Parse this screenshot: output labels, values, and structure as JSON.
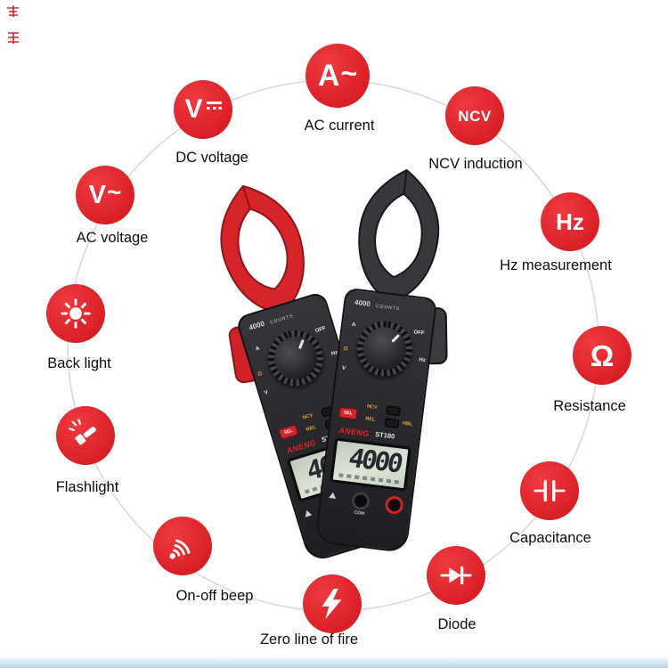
{
  "colors": {
    "badge_red": "#dd2027",
    "clamp_red": "#d6242b",
    "clamp_black": "#37373c",
    "body_dark": "#2c2c31",
    "lcd_green": "#ccd5c5",
    "circle_gray": "#d8d8d8",
    "bottom_fade_blue": "#b5d4ec"
  },
  "features": [
    {
      "id": "dc-voltage",
      "label": "DC voltage",
      "icon": "dc-voltage-symbol",
      "icon_text": "V"
    },
    {
      "id": "ac-current",
      "label": "AC current",
      "icon": "ac-current-symbol",
      "icon_text": "A",
      "icon_wave": "~"
    },
    {
      "id": "ncv-induction",
      "label": "NCV induction",
      "icon": "ncv-text",
      "icon_text": "NCV"
    },
    {
      "id": "hz-measurement",
      "label": "Hz measurement",
      "icon": "hz-text",
      "icon_text": "Hz"
    },
    {
      "id": "resistance",
      "label": "Resistance",
      "icon": "omega-symbol",
      "icon_text": "Ω"
    },
    {
      "id": "capacitance",
      "label": "Capacitance",
      "icon": "capacitor-symbol"
    },
    {
      "id": "diode",
      "label": "Diode",
      "icon": "diode-symbol"
    },
    {
      "id": "zero-line-of-fire",
      "label": "Zero line of fire",
      "icon": "lightning-bolt"
    },
    {
      "id": "on-off-beep",
      "label": "On-off beep",
      "icon": "sound-waves"
    },
    {
      "id": "flashlight",
      "label": "Flashlight",
      "icon": "flashlight"
    },
    {
      "id": "back-light",
      "label": "Back light",
      "icon": "sun"
    },
    {
      "id": "ac-voltage",
      "label": "AC voltage",
      "icon": "ac-voltage-symbol",
      "icon_text": "V",
      "icon_wave": "~"
    }
  ],
  "meter": {
    "brand": "ANENG",
    "model": "ST180",
    "counts_value": "4000",
    "counts_word": "COUNTS",
    "lcd_value": "4000",
    "dial_labels": {
      "off": "OFF",
      "hz": "Hz",
      "v": "V",
      "a": "A",
      "ohm": "Ω"
    },
    "buttons": {
      "sel": "SEL",
      "ncv": "NCV",
      "rel": "REL",
      "hbl": "HBL"
    },
    "jacks": {
      "com": "COM"
    }
  }
}
